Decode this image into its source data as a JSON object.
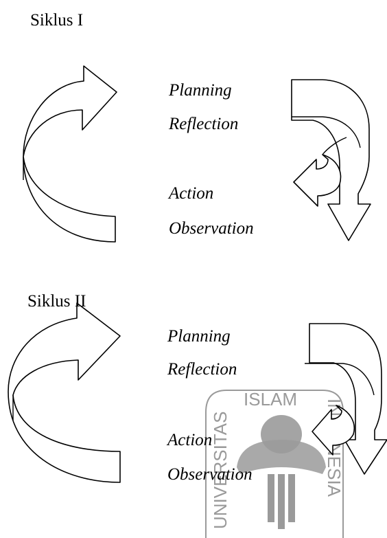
{
  "cycles": [
    {
      "title": "Siklus I",
      "labels": {
        "planning": "Planning",
        "reflection": "Reflection",
        "action": "Action",
        "observation": "Observation"
      }
    },
    {
      "title": "Siklus II",
      "labels": {
        "planning": "Planning",
        "reflection": "Reflection",
        "action": "Action",
        "observation": "Observation"
      }
    }
  ],
  "watermark": {
    "top": "ISLAM",
    "left": "UNIVERSITAS",
    "right": "INDONESIA"
  },
  "colors": {
    "ink": "#000000",
    "watermark": "#9a9a9a"
  }
}
